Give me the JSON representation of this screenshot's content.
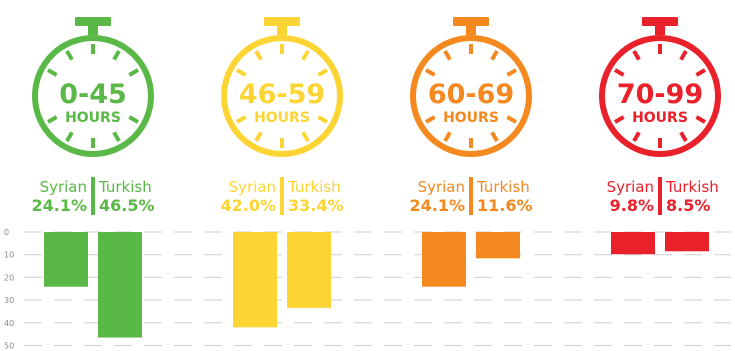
{
  "chart_data": {
    "type": "bar",
    "orientation": "vertical-down",
    "categories": [
      "Syrian",
      "Turkish"
    ],
    "groups": [
      {
        "range": "0-45",
        "unit": "HOURS",
        "color": "#5ab946",
        "values": [
          24.1,
          46.5
        ],
        "value_labels": [
          "24.1%",
          "46.5%"
        ]
      },
      {
        "range": "46-59",
        "unit": "HOURS",
        "color": "#fcd535",
        "values": [
          42.0,
          33.4
        ],
        "value_labels": [
          "42.0%",
          "33.4%"
        ]
      },
      {
        "range": "60-69",
        "unit": "HOURS",
        "color": "#f3891f",
        "values": [
          24.1,
          11.6
        ],
        "value_labels": [
          "24.1%",
          "11.6%"
        ]
      },
      {
        "range": "70-99",
        "unit": "HOURS",
        "color": "#e8212a",
        "values": [
          9.8,
          8.5
        ],
        "value_labels": [
          "9.8%",
          "8.5%"
        ]
      }
    ],
    "y_ticks": [
      0,
      10,
      20,
      30,
      40,
      50
    ],
    "ylim": [
      0,
      50
    ],
    "grid": true,
    "grid_style": "dashed"
  }
}
